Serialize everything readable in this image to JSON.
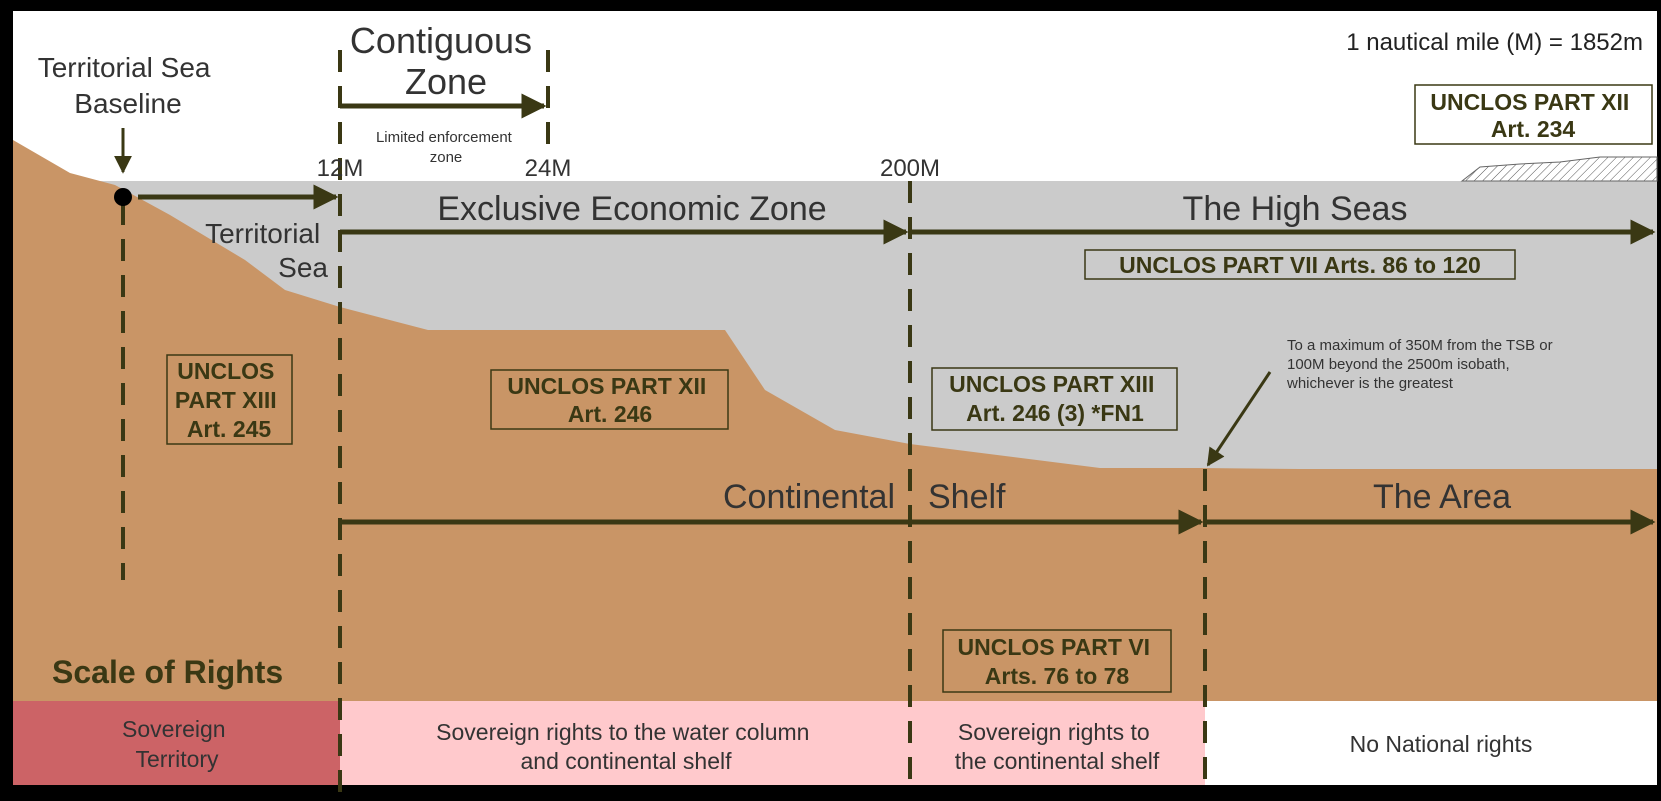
{
  "scale_note": "1 nautical mile (M) = 1852m",
  "colors": {
    "land": "#C99566",
    "sea": "#CBCBCB",
    "sky": "#FFFFFF",
    "line": "#3A3814",
    "sovereign_territory": "#CC6366",
    "sovereign_rights": "#FFC9CC",
    "no_rights": "#FFFFFF",
    "frame": "#000000"
  },
  "labels": {
    "baseline": [
      "Territorial Sea",
      "Baseline"
    ],
    "contiguous": [
      "Contiguous",
      "Zone"
    ],
    "contiguous_note": [
      "Limited enforcement",
      "zone"
    ],
    "territorial_sea": [
      "Territorial",
      "Sea"
    ],
    "eez": "Exclusive Economic Zone",
    "high_seas": "The High Seas",
    "continental": "Continental",
    "shelf": "Shelf",
    "the_area": "The Area",
    "scale_of_rights": "Scale of Rights",
    "outer_limit_note": [
      "To a maximum of 350M from the TSB or",
      "100M beyond the 2500m isobath,",
      "whichever is the greatest"
    ]
  },
  "distances": [
    "12M",
    "24M",
    "200M"
  ],
  "articles": {
    "part_xii_234": [
      "UNCLOS PART XII",
      "Art. 234"
    ],
    "part_vii": [
      "UNCLOS PART VII  Arts. 86 to 120"
    ],
    "part_xiii_245": [
      "UNCLOS",
      "PART XIII",
      "Art. 245"
    ],
    "part_xii_246": [
      "UNCLOS PART XII",
      "Art. 246"
    ],
    "part_xiii_246_3": [
      "UNCLOS PART XIII",
      "Art. 246 (3)  *FN1"
    ],
    "part_vi": [
      "UNCLOS PART VI",
      "Arts. 76 to 78"
    ]
  },
  "rights": [
    [
      "Sovereign",
      "Territory"
    ],
    [
      "Sovereign rights to the water column",
      "and continental shelf"
    ],
    [
      "Sovereign rights to",
      "the continental shelf"
    ],
    [
      "No National rights"
    ]
  ]
}
